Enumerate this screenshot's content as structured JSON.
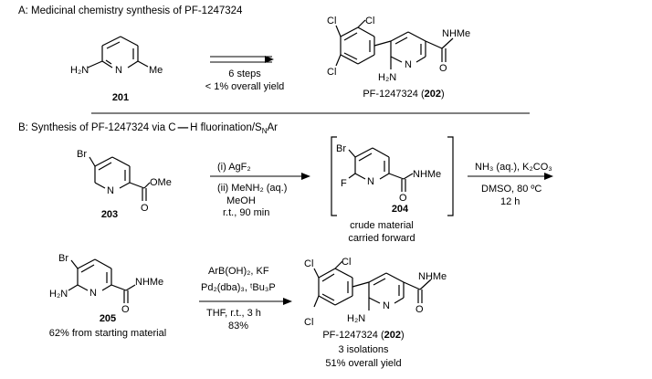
{
  "section_a": {
    "title": "A: Medicinal chemistry synthesis of PF-1247324",
    "sm_label": "201",
    "sm_atoms": {
      "nh2": "H₂N",
      "n": "N",
      "me": "Me"
    },
    "arrow_line1": "6 steps",
    "arrow_line2": "< 1% overall yield",
    "product_label_name": "PF-1247324 (",
    "product_label_num": "202",
    "product_label_close": ")",
    "product_atoms": {
      "cl1": "Cl",
      "cl2": "Cl",
      "cl3": "Cl",
      "n": "N",
      "nh2": "H₂N",
      "nhme": "NHMe"
    }
  },
  "section_b": {
    "title_pre": "B: Synthesis of PF-1247324 via C",
    "title_h": "H fluorination/S",
    "title_sub": "N",
    "title_post": "Ar",
    "cmpd_203": {
      "label": "203",
      "br": "Br",
      "n": "N",
      "ome": "OMe",
      "o": "O"
    },
    "step1": {
      "line1": "(i) AgF₂",
      "line2": "(ii) MeNH₂ (aq.)",
      "line3": "MeOH",
      "line4": "r.t., 90 min"
    },
    "cmpd_204": {
      "label": "204",
      "note1": "crude material",
      "note2": "carried forward",
      "br": "Br",
      "f": "F",
      "n": "N",
      "nhme": "NHMe",
      "o": "O"
    },
    "step2": {
      "line1": "NH₃ (aq.), K₂CO₃",
      "line2": "DMSO, 80 ºC",
      "line3": "12 h"
    },
    "cmpd_205": {
      "label": "205",
      "note": "62% from starting material",
      "br": "Br",
      "nh2": "H₂N",
      "n": "N",
      "nhme": "NHMe",
      "o": "O"
    },
    "step3": {
      "line1": "ArB(OH)₂, KF",
      "line2": "Pd₂(dba)₃, ᵗBu₃P",
      "line3": "THF, r.t., 3 h",
      "line4": "83%"
    },
    "product": {
      "name": "PF-1247324 (",
      "num": "202",
      "close": ")",
      "note1": "3 isolations",
      "note2": "51% overall yield",
      "cl1": "Cl",
      "cl2": "Cl",
      "cl3": "Cl",
      "n": "N",
      "nh2": "H₂N",
      "nhme": "NHMe",
      "o": "O"
    }
  }
}
